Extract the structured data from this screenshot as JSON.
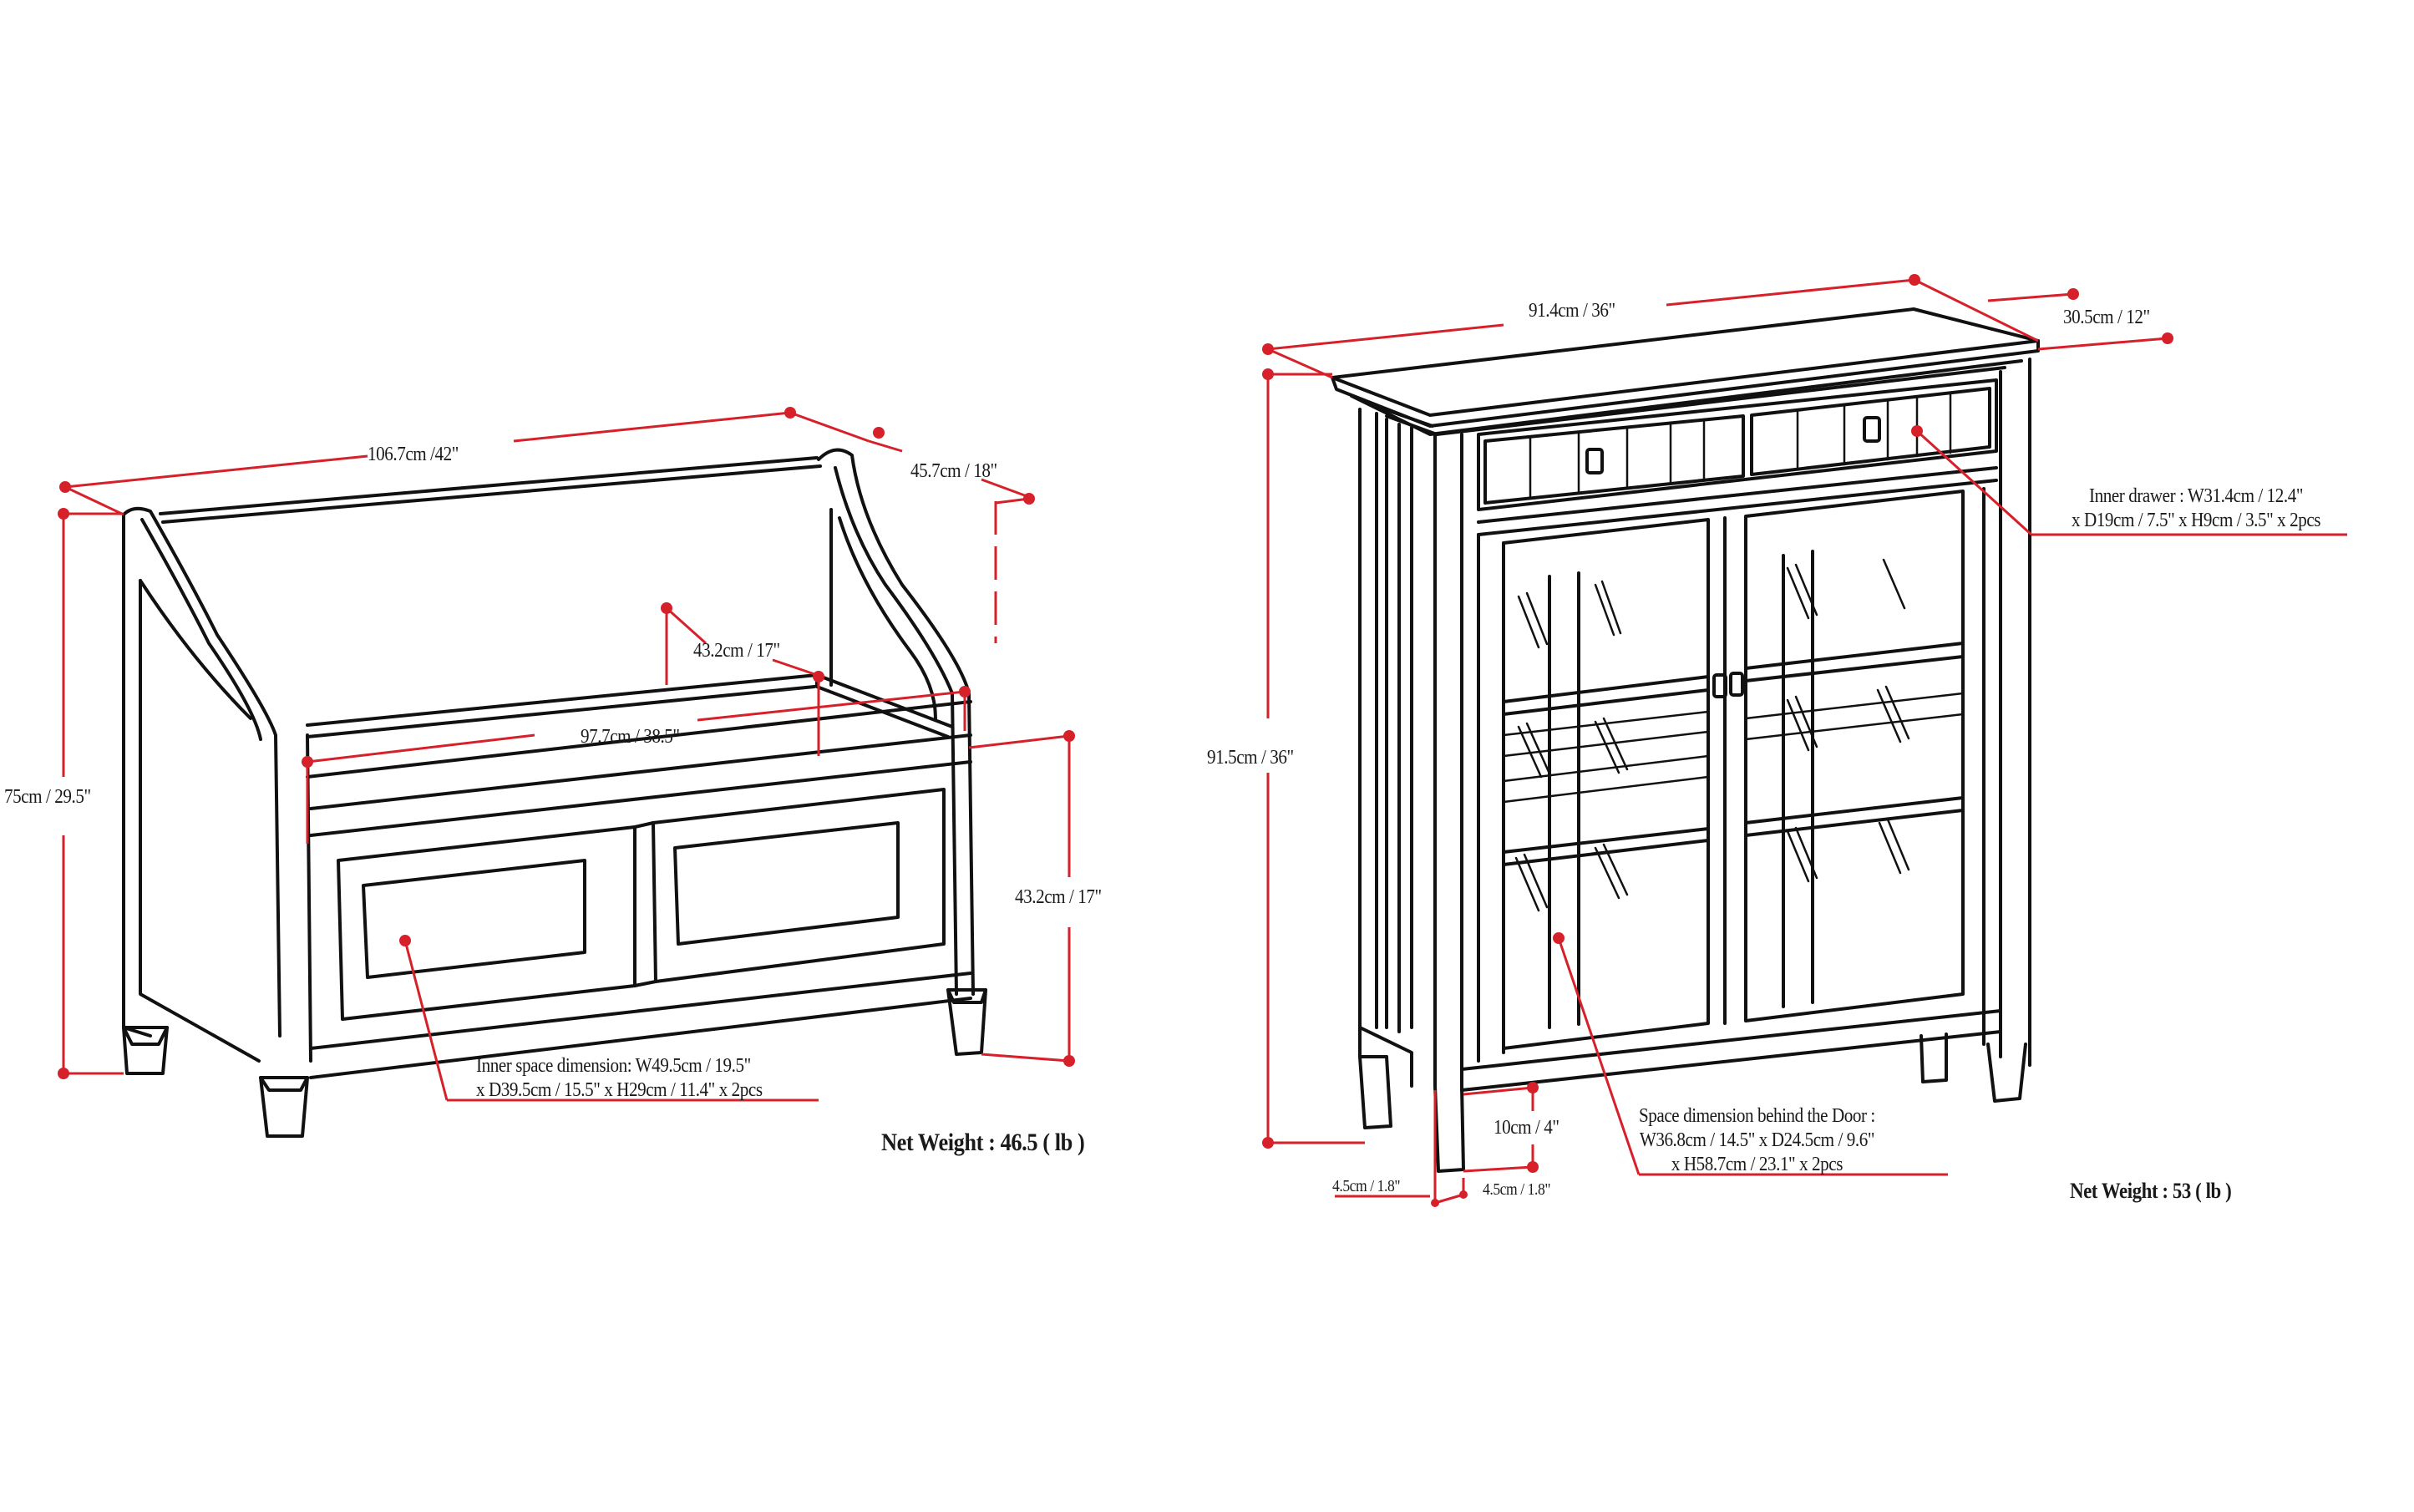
{
  "colors": {
    "dimension_line": "#d6202a",
    "outline": "#111111",
    "background": "#ffffff"
  },
  "bench": {
    "name": "storage bench",
    "dimensions": {
      "overall_width": "106.7cm /42\"",
      "overall_depth": "45.7cm / 18\"",
      "overall_height": "75cm / 29.5\"",
      "seat_back_height": "43.2cm / 17\"",
      "seat_width": "97.7cm / 38.5\"",
      "seat_height": "43.2cm / 17\""
    },
    "inner_space": {
      "line1": "Inner space dimension: W49.5cm / 19.5\"",
      "line2": "x D39.5cm / 15.5\" x H29cm / 11.4\" x 2pcs"
    },
    "net_weight": "Net Weight : 46.5 ( lb )"
  },
  "cabinet": {
    "name": "storage cabinet",
    "dimensions": {
      "overall_width": "91.4cm / 36\"",
      "overall_depth": "30.5cm / 12\"",
      "overall_height": "91.5cm / 36\"",
      "leg_height": "10cm / 4\"",
      "leg_width_left": "4.5cm / 1.8\"",
      "leg_width_right": "4.5cm / 1.8\""
    },
    "inner_drawer": {
      "line1": "Inner drawer : W31.4cm / 12.4\"",
      "line2": "x D19cm / 7.5\" x H9cm / 3.5\" x 2pcs"
    },
    "space_behind_door": {
      "line1": "Space dimension behind the Door :",
      "line2": "W36.8cm / 14.5\" x D24.5cm / 9.6\"",
      "line3": "x H58.7cm / 23.1\" x 2pcs"
    },
    "net_weight": "Net Weight : 53 ( lb )"
  }
}
